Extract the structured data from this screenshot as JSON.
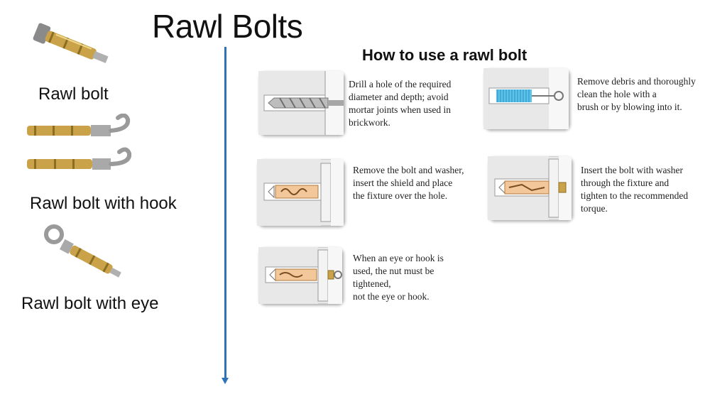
{
  "header": {
    "title": "Rawl Bolts",
    "subtitle": "How to use a rawl bolt"
  },
  "sidebar": {
    "items": [
      {
        "label": "Rawl bolt",
        "icon": "rawl-bolt-icon"
      },
      {
        "label": "Rawl bolt with hook",
        "icon": "rawl-bolt-hook-icon"
      },
      {
        "label": "Rawl bolt with eye",
        "icon": "rawl-bolt-eye-icon"
      }
    ]
  },
  "steps": [
    {
      "text": "Drill a hole of the required\ndiameter and depth; avoid\nmortar joints when used in\nbrickwork.",
      "icon": "drill-hole-icon"
    },
    {
      "text": "Remove debris and thoroughly\nclean the hole with a\nbrush or by blowing into it.",
      "icon": "clean-hole-brush-icon"
    },
    {
      "text": "Remove the bolt and washer,\ninsert the shield and place\nthe fixture over the hole.",
      "icon": "insert-shield-icon"
    },
    {
      "text": "Insert the bolt with washer\nthrough the fixture and\ntighten to the recommended\ntorque.",
      "icon": "tighten-bolt-icon"
    },
    {
      "text": "When an eye or hook is\nused, the nut must be\ntightened,\nnot the eye or hook.",
      "icon": "eye-bolt-nut-icon"
    }
  ],
  "colors": {
    "arrow": "#2f72b8",
    "brass": "#c9a24a",
    "steel": "#9a9a9a",
    "shield": "#f2c79a",
    "brush": "#5cc3ea",
    "wall": "#e8e8e8"
  }
}
